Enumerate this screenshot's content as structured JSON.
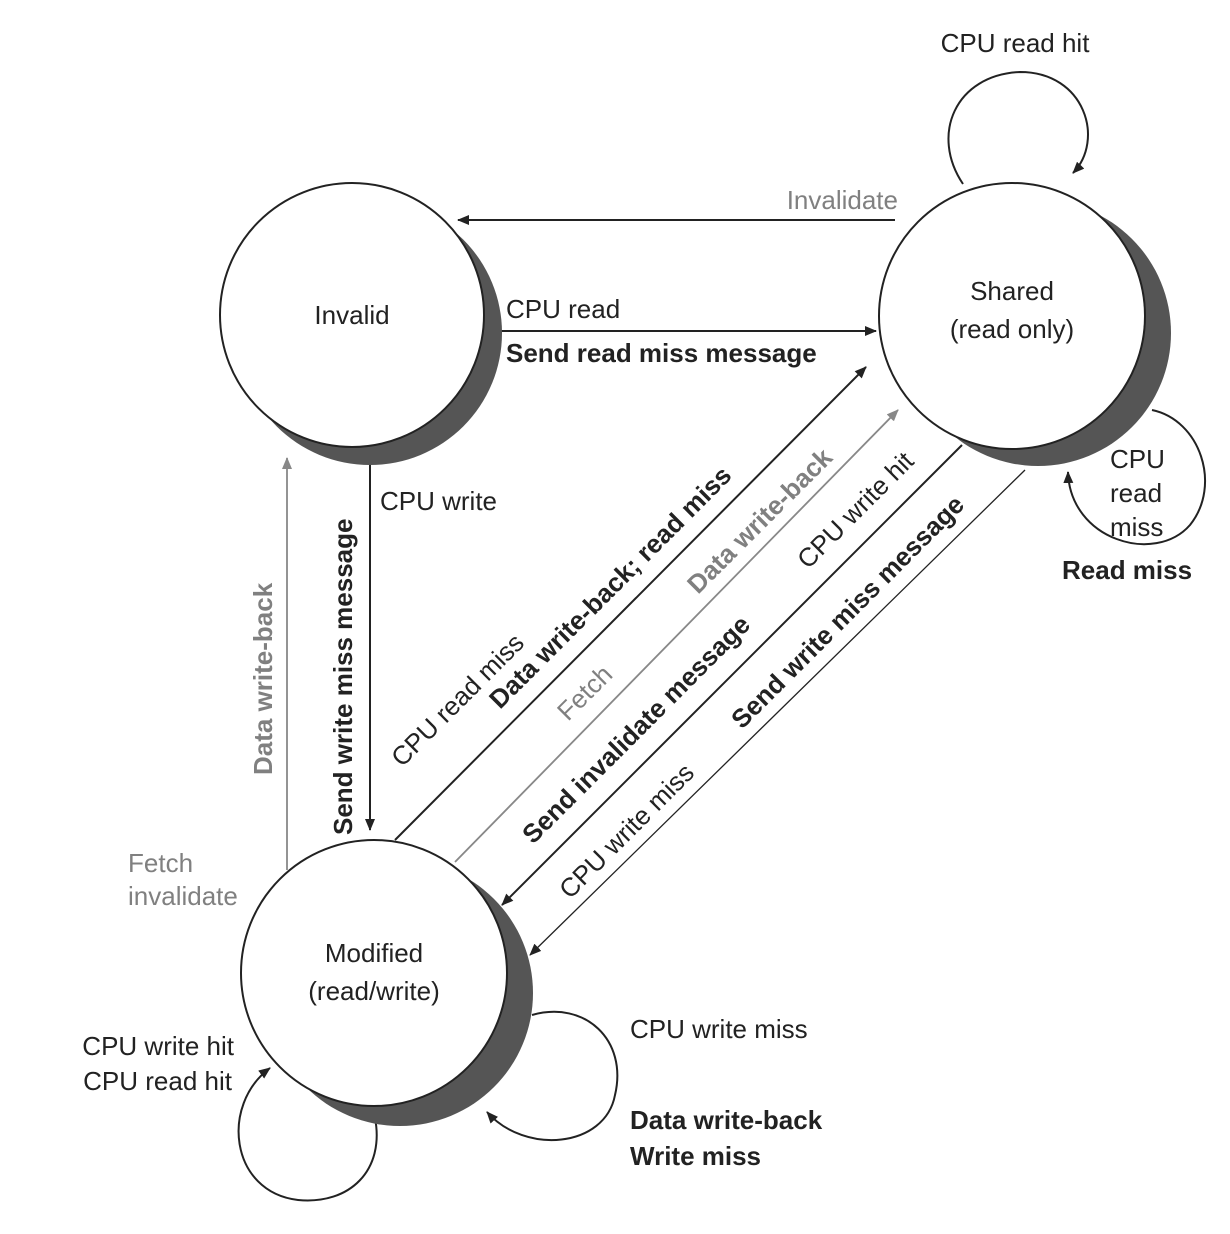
{
  "states": {
    "invalid": {
      "name": "Invalid"
    },
    "shared": {
      "name": "Shared",
      "sub": "(read only)"
    },
    "modified": {
      "name": "Modified",
      "sub": "(read/write)"
    }
  },
  "labels": {
    "shared_self_hit": "CPU read hit",
    "shared_to_invalid": "Invalidate",
    "invalid_to_shared_event": "CPU read",
    "invalid_to_shared_action": "Send read miss message",
    "invalid_to_modified_event": "CPU write",
    "invalid_to_modified_action": "Send write miss message",
    "modified_to_invalid_action": "Data write-back",
    "modified_to_invalid_event_1": "Fetch",
    "modified_to_invalid_event_2": "invalidate",
    "modified_to_shared_event": "CPU read miss",
    "modified_to_shared_action": "Data write-back; read miss",
    "shared_fetch_event": "Fetch",
    "shared_fetch_action": "Data write-back",
    "shared_to_modified_event": "CPU write hit",
    "shared_to_modified_action": "Send invalidate message",
    "shared_write_miss_event": "CPU write miss",
    "shared_write_miss_action": "Send write miss message",
    "shared_read_miss_1": "CPU",
    "shared_read_miss_2": "read",
    "shared_read_miss_3": "miss",
    "shared_read_miss_action": "Read miss",
    "modified_self_hit_1": "CPU write hit",
    "modified_self_hit_2": "CPU read hit",
    "modified_self_miss_event": "CPU write miss",
    "modified_self_miss_action_1": "Data write-back",
    "modified_self_miss_action_2": "Write miss"
  }
}
